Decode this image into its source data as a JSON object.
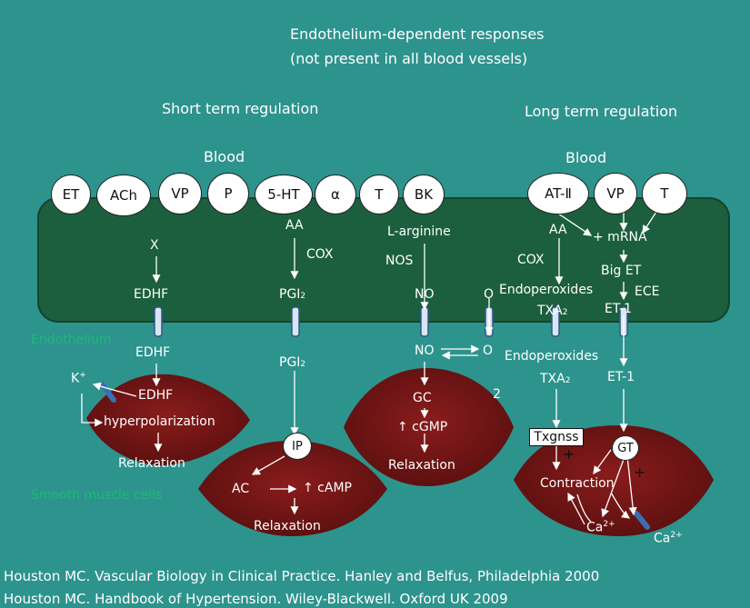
{
  "title_line1": "Endothelium-dependent responses",
  "title_line2": "(not present in all blood vessels)",
  "short_term": "Short term regulation",
  "long_term": "Long term regulation",
  "blood_left": "Blood",
  "blood_right": "Blood",
  "receptors_left": [
    "ET",
    "ACh",
    "VP",
    "P",
    "5-HT",
    "α",
    "T",
    "BK"
  ],
  "receptors_right": [
    "AT-Ⅱ",
    "VP",
    "T"
  ],
  "endothelium_label": "Endothelium",
  "smooth_muscle_label": "Smooth muscle cells",
  "col1": {
    "x": "X",
    "edhf": "EDHF",
    "edhf2": "EDHF",
    "k": "K",
    "kplus": "+",
    "edhf3": "EDHF",
    "hyper": "hyperpolarization",
    "relax": "Relaxation"
  },
  "col2": {
    "aa": "AA",
    "cox": "COX",
    "pgi": "PGI",
    "sub2": "2",
    "pgi_b": "PGI",
    "ip": "IP",
    "ac": "AC",
    "camp": "↑ cAMP",
    "relax": "Relaxation"
  },
  "col3": {
    "larg": "L-arginine",
    "nos": "NOS",
    "no": "NO",
    "o": "O",
    "no2": "NO",
    "o2": "O",
    "gc": "GC",
    "cgmp": "↑ cGMP",
    "relax": "Relaxation",
    "two": "2"
  },
  "col4": {
    "aa": "AA",
    "mrna": "+ mRNA",
    "cox": "COX",
    "bigET": "Big ET",
    "ece": "ECE",
    "endop": "Endoperoxides",
    "txa": "TXA",
    "sub2": "2",
    "et1": "ET-1",
    "endop2": "Endoperoxides",
    "txa2": "TXA",
    "et1b": "ET-1",
    "txgnss": "Txgnss",
    "gt": "GT",
    "plus1": "+",
    "plus2": "+",
    "contraction": "Contraction",
    "ca": "Ca",
    "ca_sup": "2+",
    "ca2": "Ca",
    "ca2_sup": "2+"
  },
  "credits": [
    "Houston MC. Vascular Biology in Clinical Practice. Hanley and Belfus, Philadelphia 2000",
    "Houston MC. Handbook of Hypertension. Wiley-Blackwell. Oxford UK 2009"
  ],
  "colors": {
    "background": "#2d938d",
    "endothelium": "#1c5f3e",
    "smooth_muscle": "#6b1414",
    "label_green": "#1fb87a"
  }
}
